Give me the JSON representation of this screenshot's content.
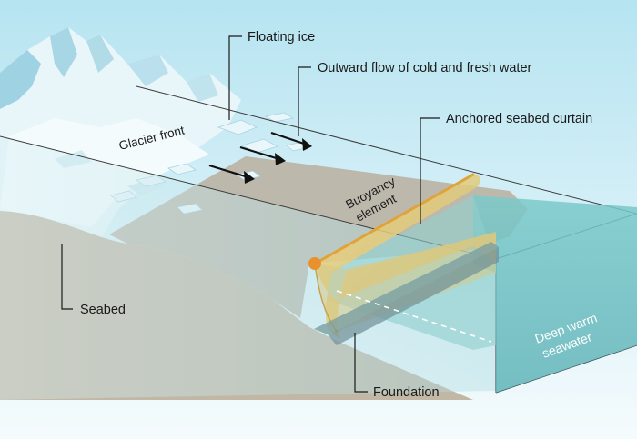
{
  "labels": {
    "floating_ice": "Floating ice",
    "outward_flow": "Outward flow of cold and fresh water",
    "anchored_curtain": "Anchored seabed curtain",
    "glacier_front": "Glacier front",
    "buoyancy_line1": "Buoyancy",
    "buoyancy_line2": "element",
    "seabed": "Seabed",
    "deep_warm_line1": "Deep warm",
    "deep_warm_line2": "seawater",
    "foundation": "Foundation"
  },
  "colors": {
    "sky_top": "#a9dfee",
    "sky_bottom": "#f2fafd",
    "glacier": "#dff2f8",
    "glacier_shadow": "#9ccfe0",
    "seabed": "#c2b9a8",
    "seabed_dark": "#b2a690",
    "water_front": "#bfe3ea",
    "deep_water": "#6cc0c4",
    "curtain": "#f0c96b",
    "buoyancy_dot": "#e8922e"
  }
}
